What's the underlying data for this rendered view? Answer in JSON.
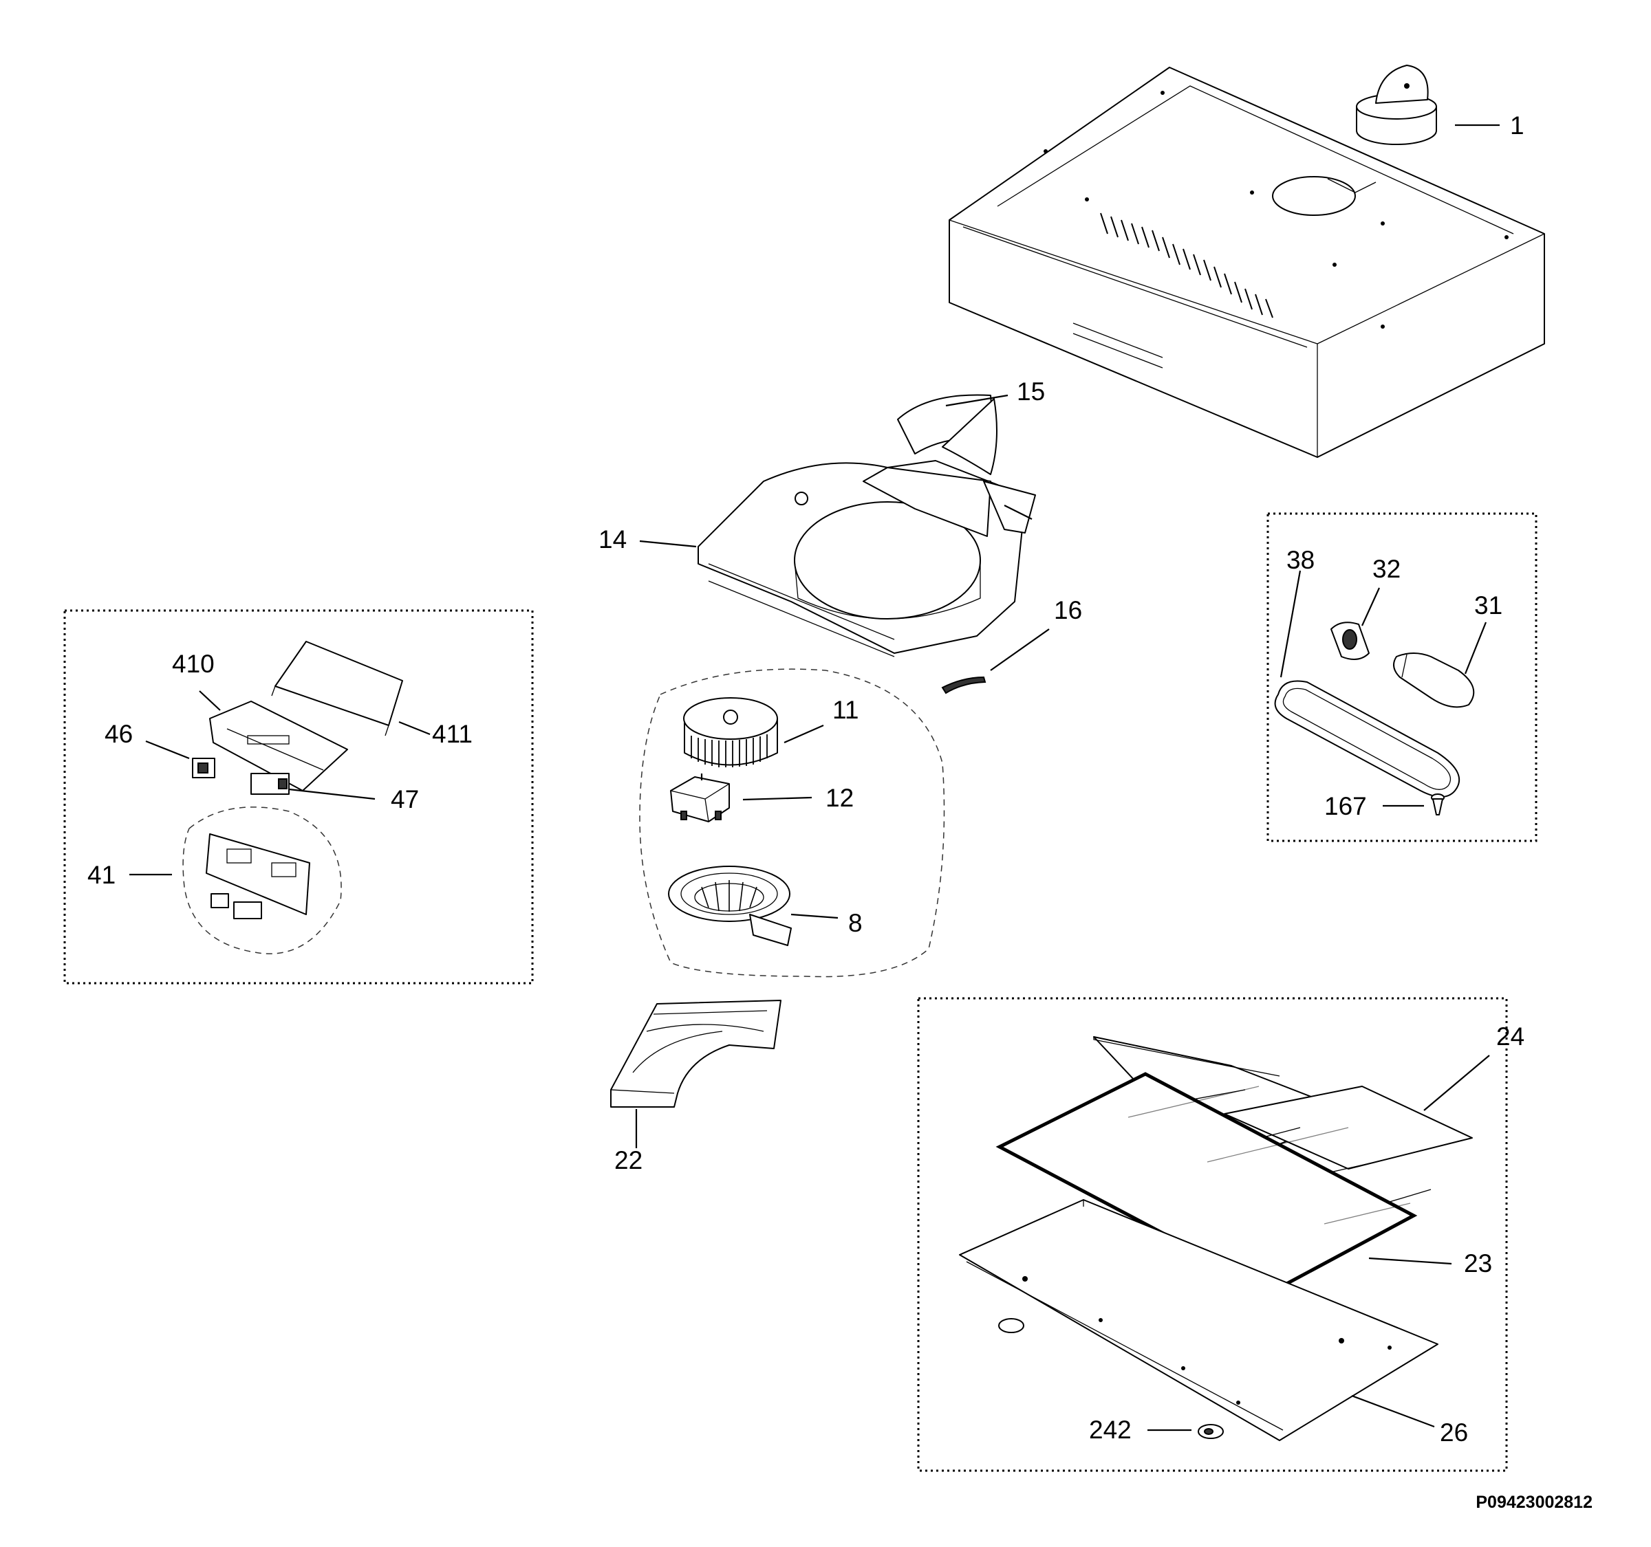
{
  "diagram": {
    "callouts": [
      {
        "id": "1",
        "text": "1"
      },
      {
        "id": "15",
        "text": "15"
      },
      {
        "id": "14",
        "text": "14"
      },
      {
        "id": "16",
        "text": "16"
      },
      {
        "id": "410",
        "text": "410"
      },
      {
        "id": "411",
        "text": "411"
      },
      {
        "id": "46",
        "text": "46"
      },
      {
        "id": "47",
        "text": "47"
      },
      {
        "id": "41",
        "text": "41"
      },
      {
        "id": "11",
        "text": "11"
      },
      {
        "id": "12",
        "text": "12"
      },
      {
        "id": "8",
        "text": "8"
      },
      {
        "id": "22",
        "text": "22"
      },
      {
        "id": "38",
        "text": "38"
      },
      {
        "id": "32",
        "text": "32"
      },
      {
        "id": "31",
        "text": "31"
      },
      {
        "id": "167",
        "text": "167"
      },
      {
        "id": "24",
        "text": "24"
      },
      {
        "id": "23",
        "text": "23"
      },
      {
        "id": "26",
        "text": "26"
      },
      {
        "id": "242",
        "text": "242"
      }
    ],
    "drawing_code": "P09423002812"
  }
}
